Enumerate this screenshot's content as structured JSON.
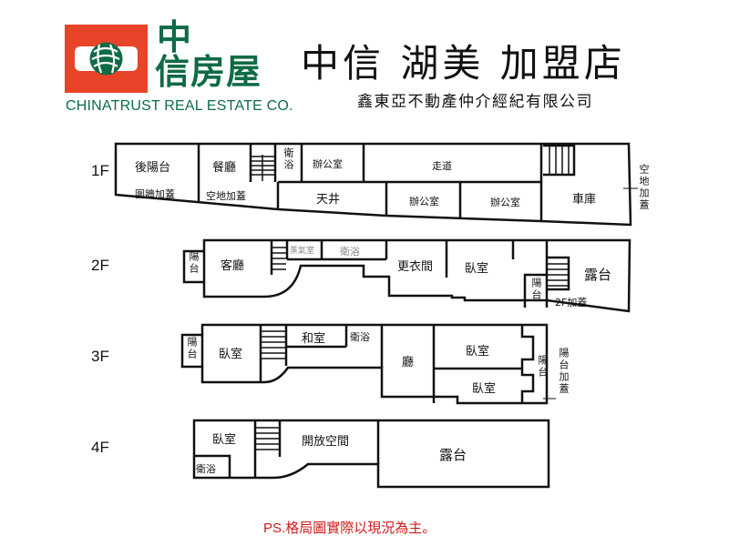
{
  "brand": {
    "name_cn_line1": "中",
    "name_cn_line2": "信房屋",
    "name_en": "CHINATRUST REAL ESTATE CO.",
    "colors": {
      "primary_green": "#0f6b45",
      "logo_red": "#e8442a"
    }
  },
  "header": {
    "title": "中信 湖美 加盟店",
    "subtitle": "鑫東亞不動產仲介經紀有限公司"
  },
  "floors": [
    {
      "label": "1F",
      "rooms": [
        "後陽台",
        "圍牆加蓋",
        "餐廳",
        "空地加蓋",
        "衛浴",
        "辦公室",
        "天井",
        "辦公室",
        "走道",
        "辦公室",
        "車庫"
      ],
      "annotations": [
        "空地加蓋"
      ]
    },
    {
      "label": "2F",
      "rooms": [
        "陽台",
        "客廳",
        "蒸氣室",
        "衛浴",
        "更衣間",
        "臥室",
        "陽台",
        "露台"
      ],
      "annotations": [
        "2F加蓋"
      ]
    },
    {
      "label": "3F",
      "rooms": [
        "陽台",
        "臥室",
        "和室",
        "衛浴",
        "廳",
        "臥室",
        "臥室",
        "陽台"
      ],
      "annotations": [
        "陽台加蓋"
      ]
    },
    {
      "label": "4F",
      "rooms": [
        "臥室",
        "衛浴",
        "開放空間",
        "露台"
      ],
      "annotations": []
    }
  ],
  "footer": {
    "ps": "PS.",
    "note": "格局圖實際以現況為主。",
    "color": "#d01a1a"
  }
}
